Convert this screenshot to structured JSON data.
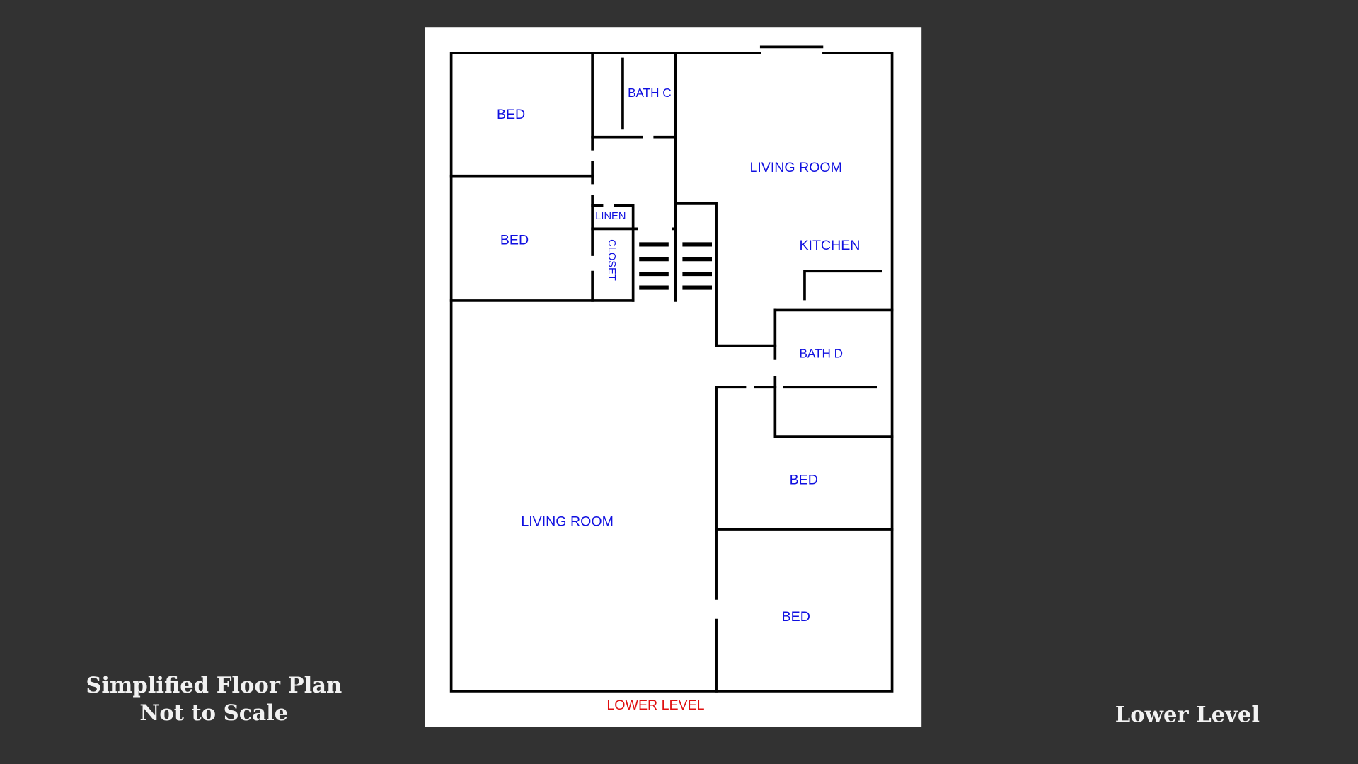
{
  "caption": {
    "line1": "Simplified Floor Plan",
    "line2": "Not to Scale"
  },
  "level_title": "Lower Level",
  "plan": {
    "footer": "LOWER LEVEL",
    "rooms": {
      "bed_top_left": "BED",
      "bath_c": "BATH C",
      "living_room_upper": "LIVING ROOM",
      "bed_mid_left": "BED",
      "linen": "LINEN",
      "closet": "CLOSET",
      "kitchen": "KITCHEN",
      "bath_d": "BATH D",
      "bed_right_upper": "BED",
      "living_room_lower": "LIVING ROOM",
      "bed_right_lower": "BED"
    }
  },
  "colors": {
    "background": "#323232",
    "label": "#1010e0",
    "footer": "#e01010",
    "wall": "#000000"
  }
}
